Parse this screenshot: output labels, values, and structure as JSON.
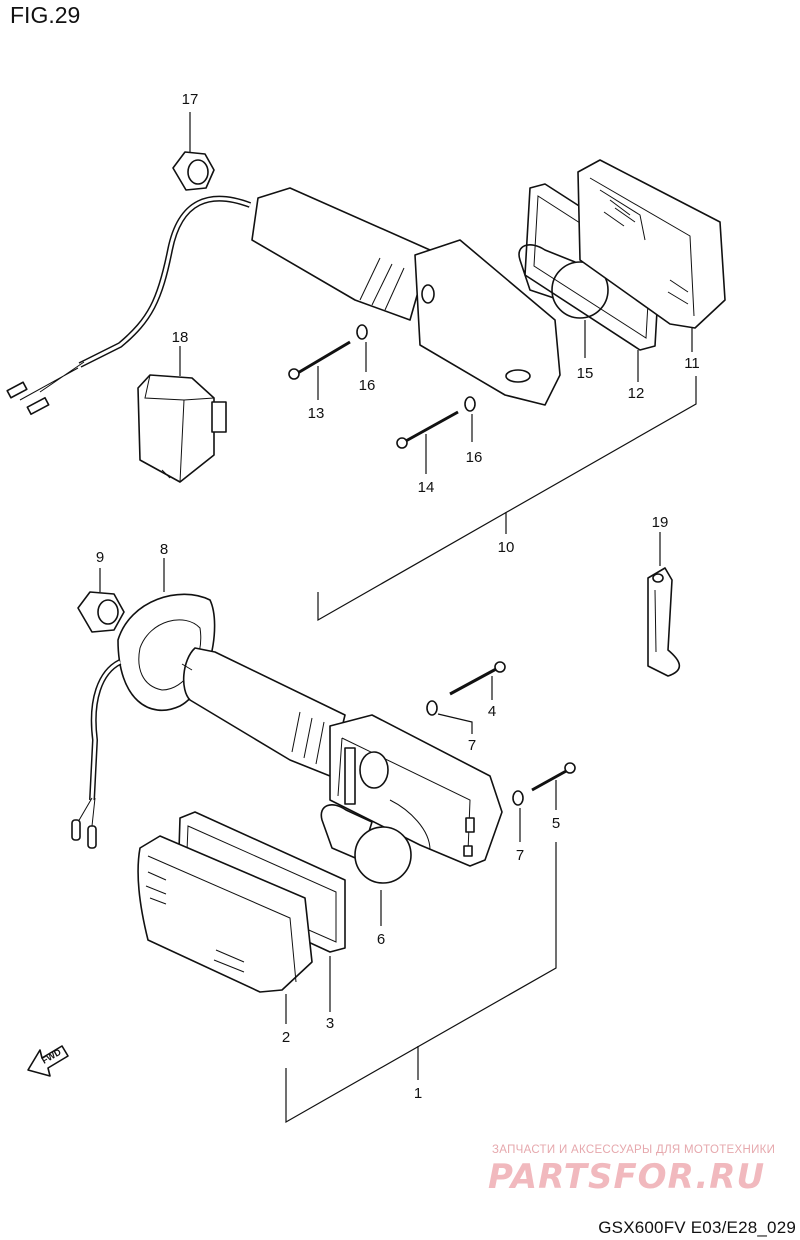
{
  "figure_title": "FIG.29",
  "model_code": "GSX600FV E03/E28_029",
  "watermark": {
    "tagline": "ЗАПЧАСТИ И АКСЕССУАРЫ ДЛЯ МОТОТЕХНИКИ",
    "brand": "PARTSFOR.RU"
  },
  "fwd_label": "FWD",
  "parts": {
    "p1": "1",
    "p2": "2",
    "p3": "3",
    "p4": "4",
    "p5": "5",
    "p6": "6",
    "p7a": "7",
    "p7b": "7",
    "p8": "8",
    "p9": "9",
    "p10": "10",
    "p11": "11",
    "p12": "12",
    "p13": "13",
    "p14": "14",
    "p15": "15",
    "p16a": "16",
    "p16b": "16",
    "p17": "17",
    "p18": "18",
    "p19": "19"
  }
}
